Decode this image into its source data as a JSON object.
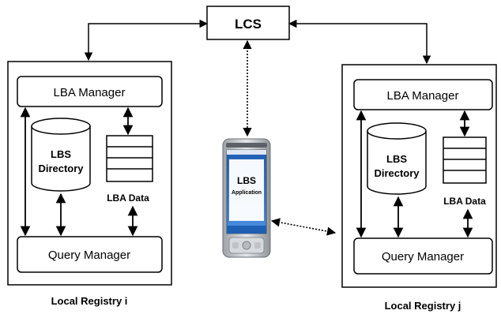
{
  "lcs": {
    "label": "LCS"
  },
  "registry_i": {
    "caption": "Local Registry i",
    "lba_manager": "LBA Manager",
    "directory_line1": "LBS",
    "directory_line2": "Directory",
    "lba_data": "LBA Data",
    "query_manager": "Query Manager"
  },
  "registry_j": {
    "caption": "Local Registry j",
    "lba_manager": "LBA Manager",
    "directory_line1": "LBS",
    "directory_line2": "Directory",
    "lba_data": "LBA Data",
    "query_manager": "Query Manager"
  },
  "device": {
    "app_line1": "LBS",
    "app_line2": "Application"
  },
  "colors": {
    "stroke": "#000000",
    "phone_body": "#c9ccd0",
    "phone_screen": "#2f74c8",
    "phone_screen_center": "#ffffff"
  }
}
